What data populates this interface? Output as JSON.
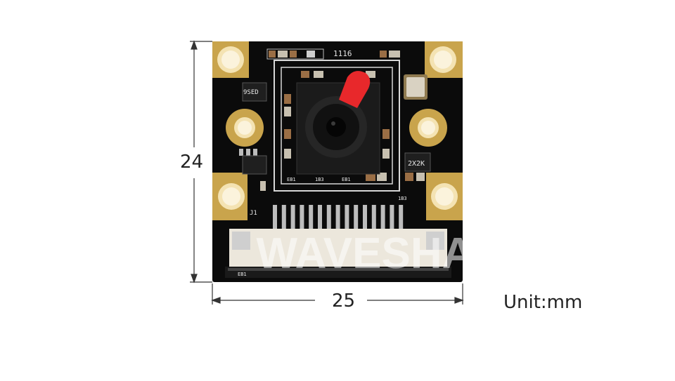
{
  "dimensions": {
    "height": "24",
    "width": "25",
    "unit": "Unit:mm"
  },
  "board": {
    "silkscreen_top": "1116",
    "silkscreen_right": "2X2K",
    "silkscreen_left": "9SED",
    "silkscreen_b1": "EB1",
    "silkscreen_b2": "1B3",
    "silkscreen_b3": "1B3",
    "silkscreen_b4": "EB1",
    "connector_label": "EB1",
    "watermark": "WAVESHARE"
  },
  "colors": {
    "pcb": "#0b0b0b",
    "gold_pad": "#c9a44c",
    "lens_holder": "#1b1b1b",
    "focus_tab": "#e8282b",
    "connector": "#ece7dc"
  },
  "icons": [
    "camera-lens-icon",
    "crystal-oscillator-icon",
    "ffc-connector-icon"
  ]
}
